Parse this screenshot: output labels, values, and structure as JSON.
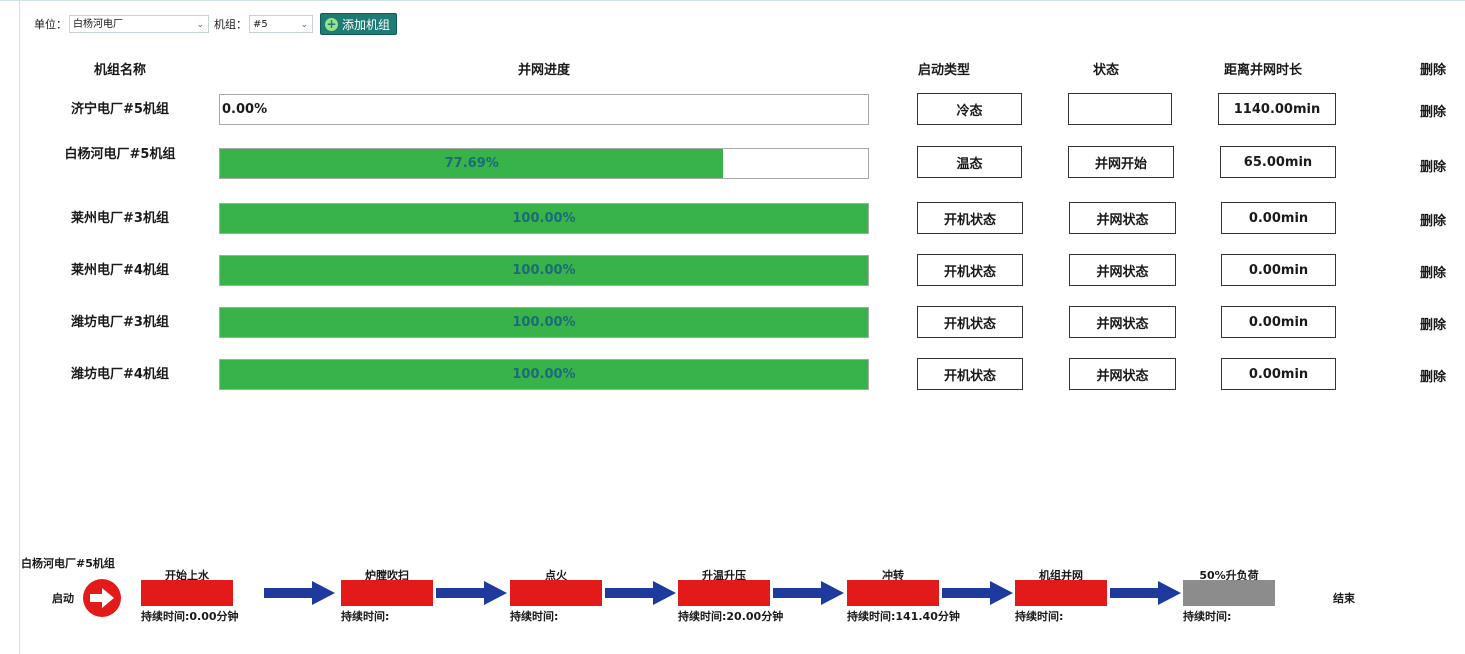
{
  "toolbar": {
    "unit_label": "单位：",
    "unit_value": "白杨河电厂",
    "gen_label": "机组：",
    "gen_value": "#5",
    "add_label": "添加机组"
  },
  "headers": {
    "name": "机组名称",
    "progress": "并网进度",
    "start_type": "启动类型",
    "status": "状态",
    "time_left": "距离并网时长",
    "delete": "删除"
  },
  "rows": [
    {
      "name": "济宁电厂#5机组",
      "progress": 0.0,
      "progress_label": "0.00%",
      "start_type": "冷态",
      "status": "",
      "time_left": "1140.00min",
      "delete": "删除"
    },
    {
      "name": "白杨河电厂#5机组",
      "progress": 77.69,
      "progress_label": "77.69%",
      "start_type": "温态",
      "status": "并网开始",
      "time_left": "65.00min",
      "delete": "删除"
    },
    {
      "name": "莱州电厂#3机组",
      "progress": 100.0,
      "progress_label": "100.00%",
      "start_type": "开机状态",
      "status": "并网状态",
      "time_left": "0.00min",
      "delete": "删除"
    },
    {
      "name": "莱州电厂#4机组",
      "progress": 100.0,
      "progress_label": "100.00%",
      "start_type": "开机状态",
      "status": "并网状态",
      "time_left": "0.00min",
      "delete": "删除"
    },
    {
      "name": "潍坊电厂#3机组",
      "progress": 100.0,
      "progress_label": "100.00%",
      "start_type": "开机状态",
      "status": "并网状态",
      "time_left": "0.00min",
      "delete": "删除"
    },
    {
      "name": "潍坊电厂#4机组",
      "progress": 100.0,
      "progress_label": "100.00%",
      "start_type": "开机状态",
      "status": "并网状态",
      "time_left": "0.00min",
      "delete": "删除"
    }
  ],
  "flow": {
    "title": "白杨河电厂#5机组",
    "start_label": "启动",
    "end_label": "结束",
    "stages": [
      {
        "label": "开始上水",
        "duration": "持续时间:0.00分钟",
        "state": "active"
      },
      {
        "label": "炉膛吹扫",
        "duration": "持续时间:",
        "state": "active"
      },
      {
        "label": "点火",
        "duration": "持续时间:",
        "state": "active"
      },
      {
        "label": "升温升压",
        "duration": "持续时间:20.00分钟",
        "state": "active"
      },
      {
        "label": "冲转",
        "duration": "持续时间:141.40分钟",
        "state": "active"
      },
      {
        "label": "机组并网",
        "duration": "持续时间:",
        "state": "active"
      },
      {
        "label": "50%升负荷",
        "duration": "持续时间:",
        "state": "pending"
      }
    ]
  },
  "colors": {
    "progress_fill": "#37b34a",
    "stage_active": "#e21a1a",
    "stage_pending": "#8c8c8c",
    "arrow": "#1f3a9e",
    "button": "#1e7c74"
  }
}
